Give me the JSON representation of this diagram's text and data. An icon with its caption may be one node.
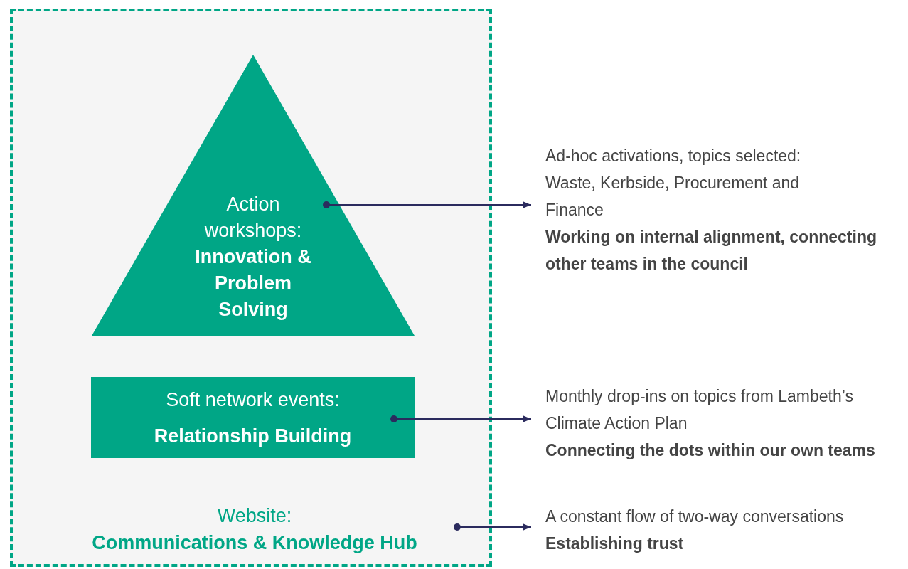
{
  "diagram": {
    "nodes": [
      {
        "text": [],
        "shape": "box"
      },
      {
        "text": [
          "Action workshops:",
          "Innovation & Problem Solving"
        ],
        "in": 0
      },
      {
        "text": [
          "Soft network events:",
          "Relationship Building"
        ],
        "in": 0
      },
      {
        "text": [
          "Website:",
          "Communications & Knowledge Hub"
        ],
        "in": 0
      },
      {
        "text": [
          "Ad-hoc activations, topics selected: Waste, Kerbside, Procurement and Finance",
          "Working on internal alignment, connecting other teams in the council"
        ]
      },
      {
        "text": [
          "Monthly drop-ins on topics from Lambeth’s Climate Action Plan",
          "Connecting the dots within our own teams"
        ]
      },
      {
        "text": [
          "A constant flow of two-way conversations",
          "Establishing trust"
        ]
      }
    ],
    "edges": [
      {
        "from": 1,
        "to": 4,
        "arrow": "to"
      },
      {
        "from": 2,
        "to": 5,
        "arrow": "to"
      },
      {
        "from": 3,
        "to": 6,
        "arrow": "to"
      }
    ]
  }
}
